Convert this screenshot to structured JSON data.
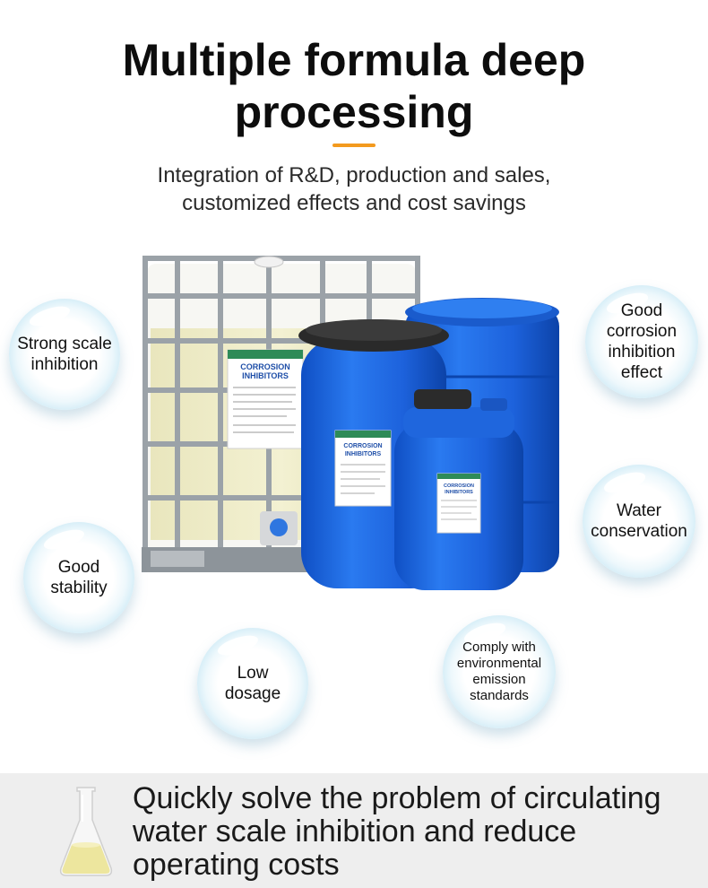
{
  "heading": {
    "title_line1": "Multiple formula deep",
    "title_line2": "processing",
    "subtitle_line1": "Integration of R&D, production and sales,",
    "subtitle_line2": "customized effects and cost savings"
  },
  "features": {
    "scale_inhibition": {
      "line1": "Strong scale",
      "line2": "inhibition"
    },
    "corrosion_inhibition": {
      "line1": "Good",
      "line2": "corrosion",
      "line3": "inhibition",
      "line4": "effect"
    },
    "stability": {
      "line1": "Good",
      "line2": "stability"
    },
    "water_conservation": {
      "line1": "Water",
      "line2": "conservation"
    },
    "low_dosage": {
      "line1": "Low",
      "line2": "dosage"
    },
    "emission": {
      "line1": "Comply with",
      "line2": "environmental",
      "line3": "emission",
      "line4": "standards"
    }
  },
  "product_labels": {
    "tote_label_line1": "CORROSION",
    "tote_label_line2": "INHIBITORS",
    "drum_label_line1": "CORROSION",
    "drum_label_line2": "INHIBITORS",
    "jerrycan_label_line1": "CORROSION",
    "jerrycan_label_line2": "INHIBITORS"
  },
  "footer": {
    "line1": "Quickly solve the problem of circulating",
    "line2": "water scale inhibition and reduce",
    "line3": "operating costs"
  },
  "colors": {
    "accent": "#f39a1e",
    "container_blue": "#1f63d6",
    "bubble_edge": "#8fd0ee",
    "band_background": "#eeeeee"
  }
}
